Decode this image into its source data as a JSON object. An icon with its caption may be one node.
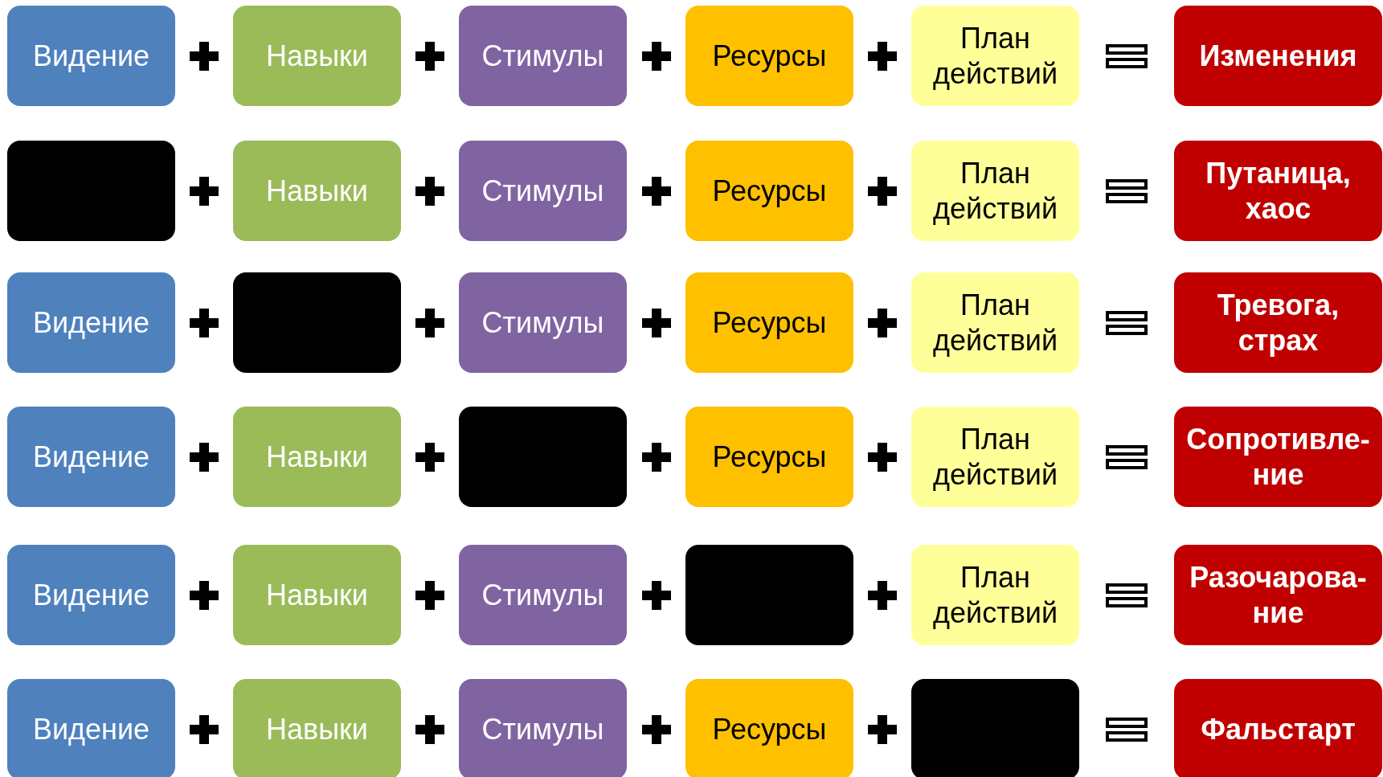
{
  "diagram": {
    "nodes": [
      {
        "text": [
          "Видение"
        ]
      },
      {
        "text": [
          "Навыки"
        ]
      },
      {
        "text": [
          "Стимулы"
        ]
      },
      {
        "text": [
          "Ресурсы"
        ]
      },
      {
        "text": [
          "План действий"
        ]
      },
      {
        "text": [
          "Изменения"
        ]
      },
      {
        "text": [],
        "shape": "box"
      },
      {
        "text": [
          "Навыки"
        ]
      },
      {
        "text": [
          "Стимулы"
        ]
      },
      {
        "text": [
          "Ресурсы"
        ]
      },
      {
        "text": [
          "План действий"
        ]
      },
      {
        "text": [
          "Путаница, хаос"
        ]
      },
      {
        "text": [
          "Видение"
        ]
      },
      {
        "text": [],
        "shape": "box"
      },
      {
        "text": [
          "Стимулы"
        ]
      },
      {
        "text": [
          "Ресурсы"
        ]
      },
      {
        "text": [
          "План действий"
        ]
      },
      {
        "text": [
          "Тревога, страх"
        ]
      },
      {
        "text": [
          "Видение"
        ]
      },
      {
        "text": [
          "Навыки"
        ]
      },
      {
        "text": [],
        "shape": "box"
      },
      {
        "text": [
          "Ресурсы"
        ]
      },
      {
        "text": [
          "План действий"
        ]
      },
      {
        "text": [
          "Сопротивле-ние"
        ]
      },
      {
        "text": [
          "Видение"
        ]
      },
      {
        "text": [
          "Навыки"
        ]
      },
      {
        "text": [
          "Стимулы"
        ]
      },
      {
        "text": [],
        "shape": "box"
      },
      {
        "text": [
          "План действий"
        ]
      },
      {
        "text": [
          "Разочарова-ние"
        ]
      },
      {
        "text": [
          "Видение"
        ]
      },
      {
        "text": [
          "Навыки"
        ]
      },
      {
        "text": [
          "Стимулы"
        ]
      },
      {
        "text": [
          "Ресурсы"
        ]
      },
      {
        "text": [],
        "shape": "box"
      },
      {
        "text": [
          "Фальстарт"
        ]
      }
    ]
  }
}
